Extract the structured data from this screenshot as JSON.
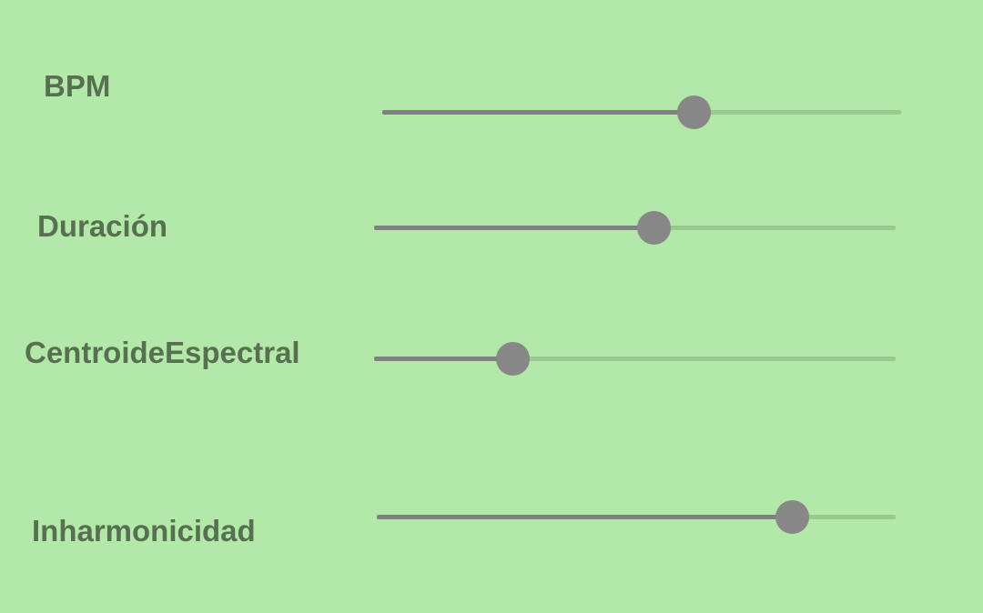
{
  "sliders": [
    {
      "label": "BPM",
      "value": 0.6
    },
    {
      "label": "Duración",
      "value": 0.535
    },
    {
      "label": "CentroideEspectral",
      "value": 0.266
    },
    {
      "label": "Inharmonicidad",
      "value": 0.8
    }
  ],
  "colors": {
    "background": "#b2e8a8",
    "label": "#587052",
    "track_active": "#808080",
    "track_inactive": "#98c98f",
    "thumb": "#878787"
  }
}
